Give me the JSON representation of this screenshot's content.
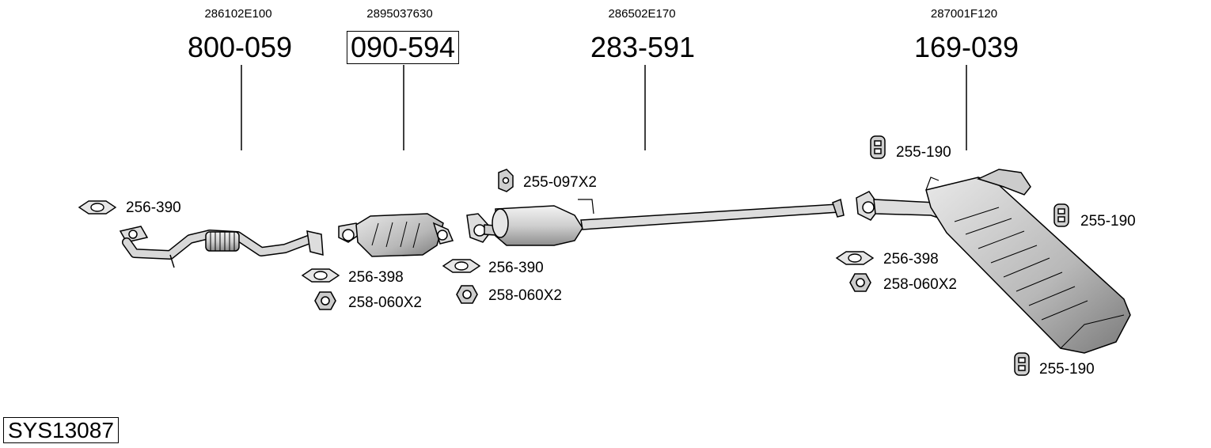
{
  "system": {
    "code": "SYS13087"
  },
  "main_parts": [
    {
      "oem": "286102E100",
      "part": "800-059",
      "boxed": false
    },
    {
      "oem": "2895037630",
      "part": "090-594",
      "boxed": true
    },
    {
      "oem": "286502E170",
      "part": "283-591",
      "boxed": false
    },
    {
      "oem": "287001F120",
      "part": "169-039",
      "boxed": false
    }
  ],
  "accessories": {
    "gasket_a1": "256-390",
    "gasket_b1": "256-398",
    "nut_1": "258-060X2",
    "hanger_1": "255-097X2",
    "gasket_a2": "256-390",
    "nut_2": "258-060X2",
    "gasket_b2": "256-398",
    "nut_3": "258-060X2",
    "hanger_top": "255-190",
    "hanger_right": "255-190",
    "hanger_bottom": "255-190"
  }
}
